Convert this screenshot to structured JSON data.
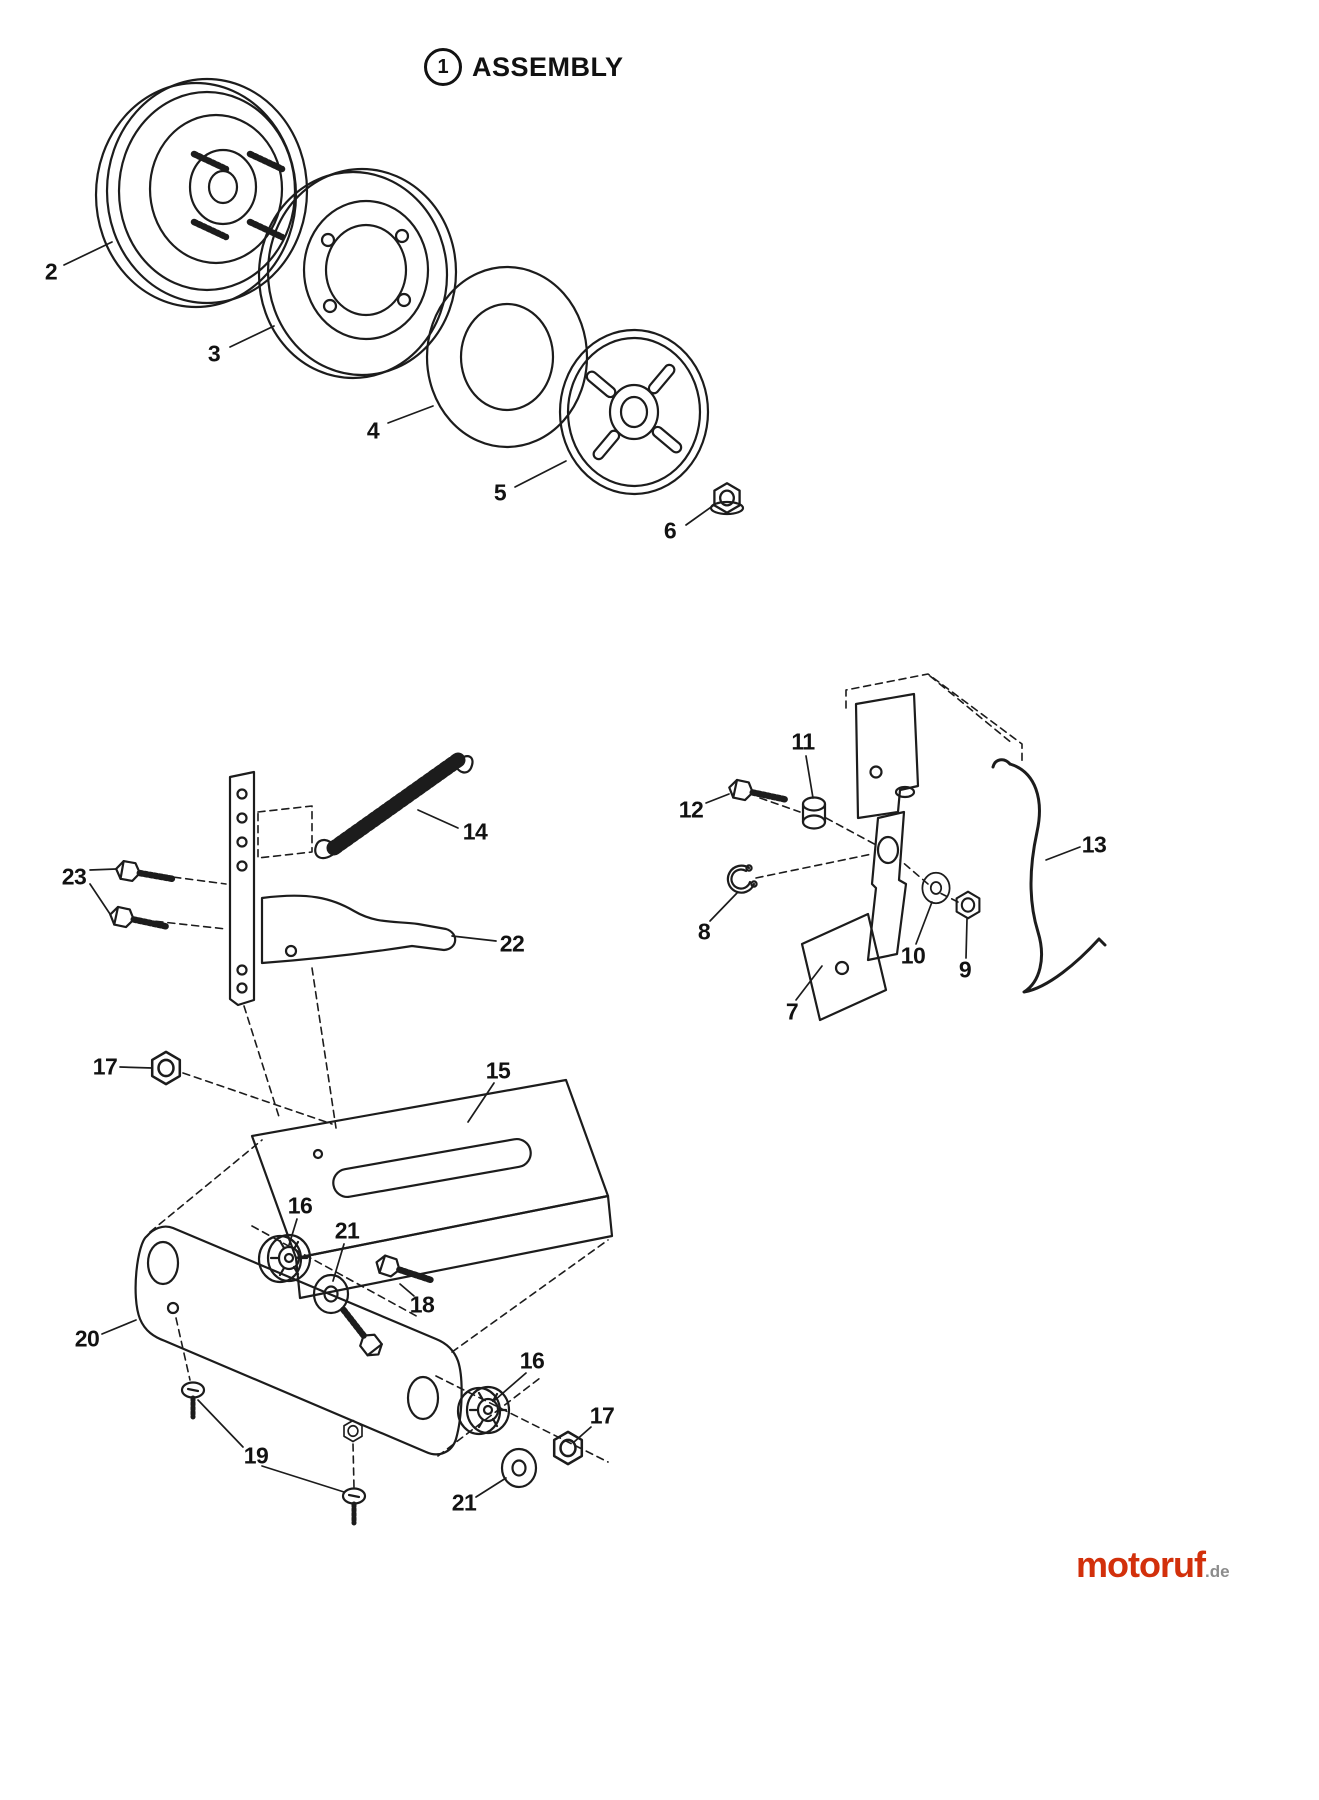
{
  "header": {
    "section_number": "1",
    "section_title": "ASSEMBLY"
  },
  "callouts": {
    "c2": "2",
    "c3": "3",
    "c4": "4",
    "c5": "5",
    "c6": "6",
    "c7": "7",
    "c8": "8",
    "c9": "9",
    "c10": "10",
    "c11": "11",
    "c12": "12",
    "c13": "13",
    "c14": "14",
    "c15": "15",
    "c16a": "16",
    "c16b": "16",
    "c17a": "17",
    "c17b": "17",
    "c18": "18",
    "c19": "19",
    "c20": "20",
    "c21a": "21",
    "c21b": "21",
    "c22": "22",
    "c23": "23"
  },
  "watermark": {
    "brand": "motoruf",
    "suffix": ".de",
    "brand_color": "#d2300b"
  }
}
